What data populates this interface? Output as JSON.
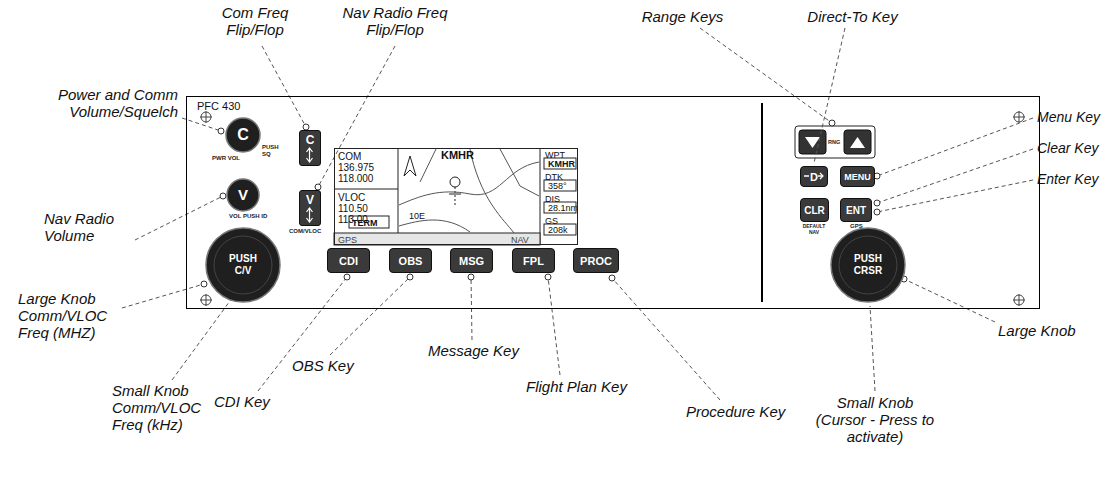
{
  "diagram": {
    "nodes": [
      {
        "text": [
          "PFC 430"
        ]
      },
      {
        "text": [
          "C"
        ],
        "in": 0
      },
      {
        "text": [
          "C"
        ],
        "in": 0
      },
      {
        "text": [
          "COM 136.975 118.000",
          "VLOC 110.50 113.00",
          "TERM",
          "GPS",
          "KMHR",
          "10E",
          "NAV",
          "WPT",
          "KMHR",
          "DTK",
          "358°",
          "DIS",
          "28.1nm",
          "GS",
          "208k"
        ],
        "in": 0
      },
      {
        "text": [
          "V"
        ],
        "in": 0
      },
      {
        "text": [
          "V"
        ],
        "in": 0
      },
      {
        "text": [
          "PUSH C/V"
        ],
        "in": 0
      },
      {
        "text": [
          "CDI"
        ],
        "in": 0
      },
      {
        "text": [
          "OBS"
        ],
        "in": 0
      },
      {
        "text": [
          "MSG"
        ],
        "in": 0
      },
      {
        "text": [
          "FPL"
        ],
        "in": 0
      },
      {
        "text": [
          "PROC"
        ],
        "in": 0
      },
      {
        "text": [
          "D"
        ],
        "in": 0
      },
      {
        "text": [
          "MENU"
        ],
        "in": 0
      },
      {
        "text": [
          "CLR"
        ],
        "in": 0
      },
      {
        "text": [
          "ENT"
        ],
        "in": 0
      },
      {
        "text": [
          "PUSH CRSR"
        ],
        "in": 0
      }
    ],
    "labels": [
      "Com Freq Flip/Flop",
      "Nav Radio Freq Flip/Flop",
      "Range Keys",
      "Direct-To Key",
      "Power and Comm Volume/Squelch",
      "Menu Key",
      "Clear Key",
      "Enter Key",
      "Nav Radio Volume",
      "Large Knob Comm/VLOC Freq (MHZ)",
      "Small Knob Comm/VLOC Freq (kHz)",
      "CDI Key",
      "OBS Key",
      "Message Key",
      "Flight Plan Key",
      "Procedure Key",
      "Large Knob",
      "Small Knob (Cursor - Press to activate)",
      "PWR VOL",
      "PUSH SQ",
      "VOL PUSH ID",
      "COM/VLOC",
      "RNG",
      "DEFAULT NAV",
      "GPS"
    ]
  }
}
